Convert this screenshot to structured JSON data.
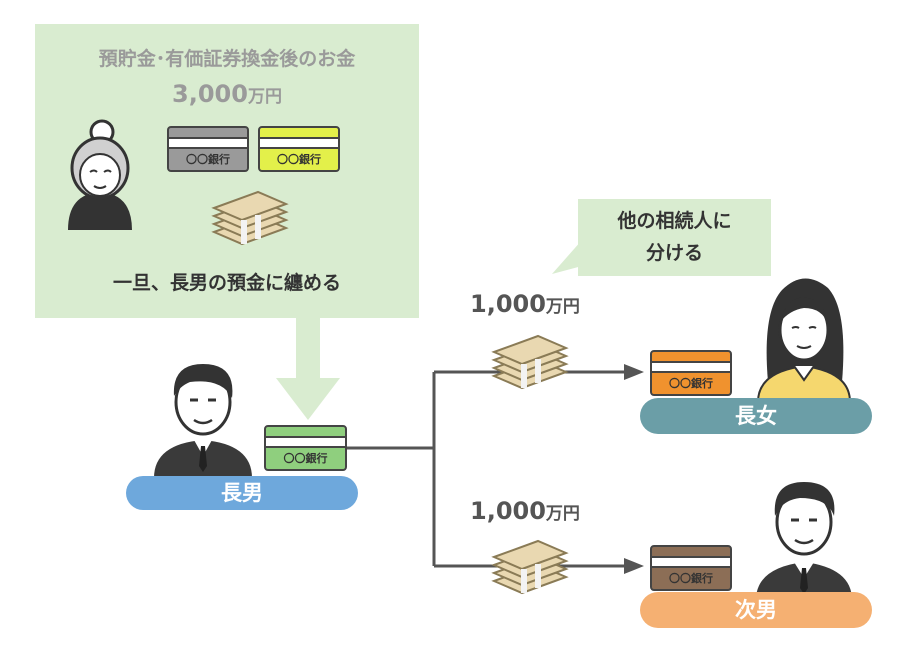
{
  "info_box": {
    "title": "預貯金･有価証券換金後のお金",
    "amount": "3,000",
    "amount_unit": "万円",
    "note": "一旦、長男の預金に纏める"
  },
  "callout": {
    "line1": "他の相続人に",
    "line2": "分ける"
  },
  "bank_label": "〇〇銀行",
  "transfers": [
    {
      "amount": "1,000",
      "unit": "万円"
    },
    {
      "amount": "1,000",
      "unit": "万円"
    }
  ],
  "persons": {
    "eldest_son": "長男",
    "eldest_daughter": "長女",
    "second_son": "次男"
  },
  "colors": {
    "box_green": "#d9ecd0",
    "card_gray": "#9a9a9a",
    "card_yellow": "#e3f04a",
    "card_green": "#8fcf7e",
    "card_orange": "#f0922e",
    "card_brown": "#8c6e56",
    "pill_blue": "#6ea8dc",
    "pill_teal": "#6b9ea7",
    "pill_orange": "#f5b072"
  }
}
